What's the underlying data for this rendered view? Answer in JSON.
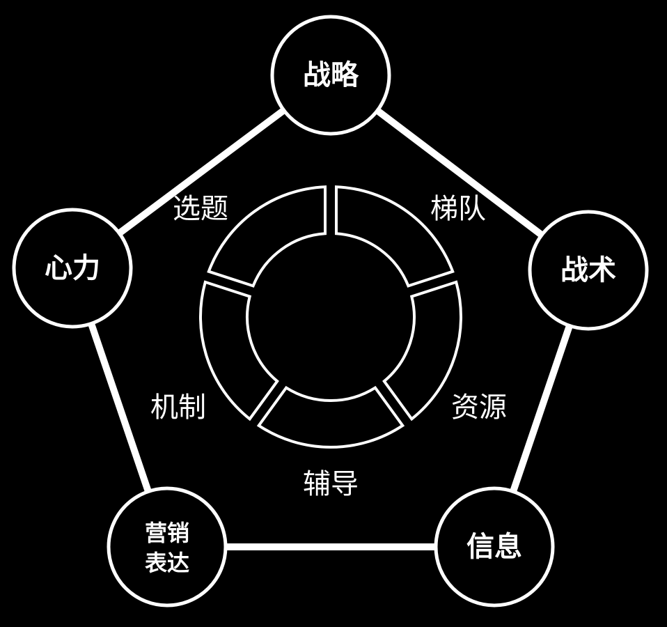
{
  "colors": {
    "background": "#000000",
    "stroke": "#ffffff",
    "text": "#ffffff"
  },
  "outer_nodes": [
    {
      "id": "strategy",
      "lines": [
        "战略"
      ]
    },
    {
      "id": "tactics",
      "lines": [
        "战术"
      ]
    },
    {
      "id": "information",
      "lines": [
        "信息"
      ]
    },
    {
      "id": "marketing",
      "lines": [
        "营销",
        "表达"
      ]
    },
    {
      "id": "mindset",
      "lines": [
        "心力"
      ]
    }
  ],
  "ring_segments": [
    {
      "id": "echelon",
      "label": "梯队"
    },
    {
      "id": "resources",
      "label": "资源"
    },
    {
      "id": "coaching",
      "label": "辅导"
    },
    {
      "id": "mechanism",
      "label": "机制"
    },
    {
      "id": "topic",
      "label": "选题"
    }
  ]
}
